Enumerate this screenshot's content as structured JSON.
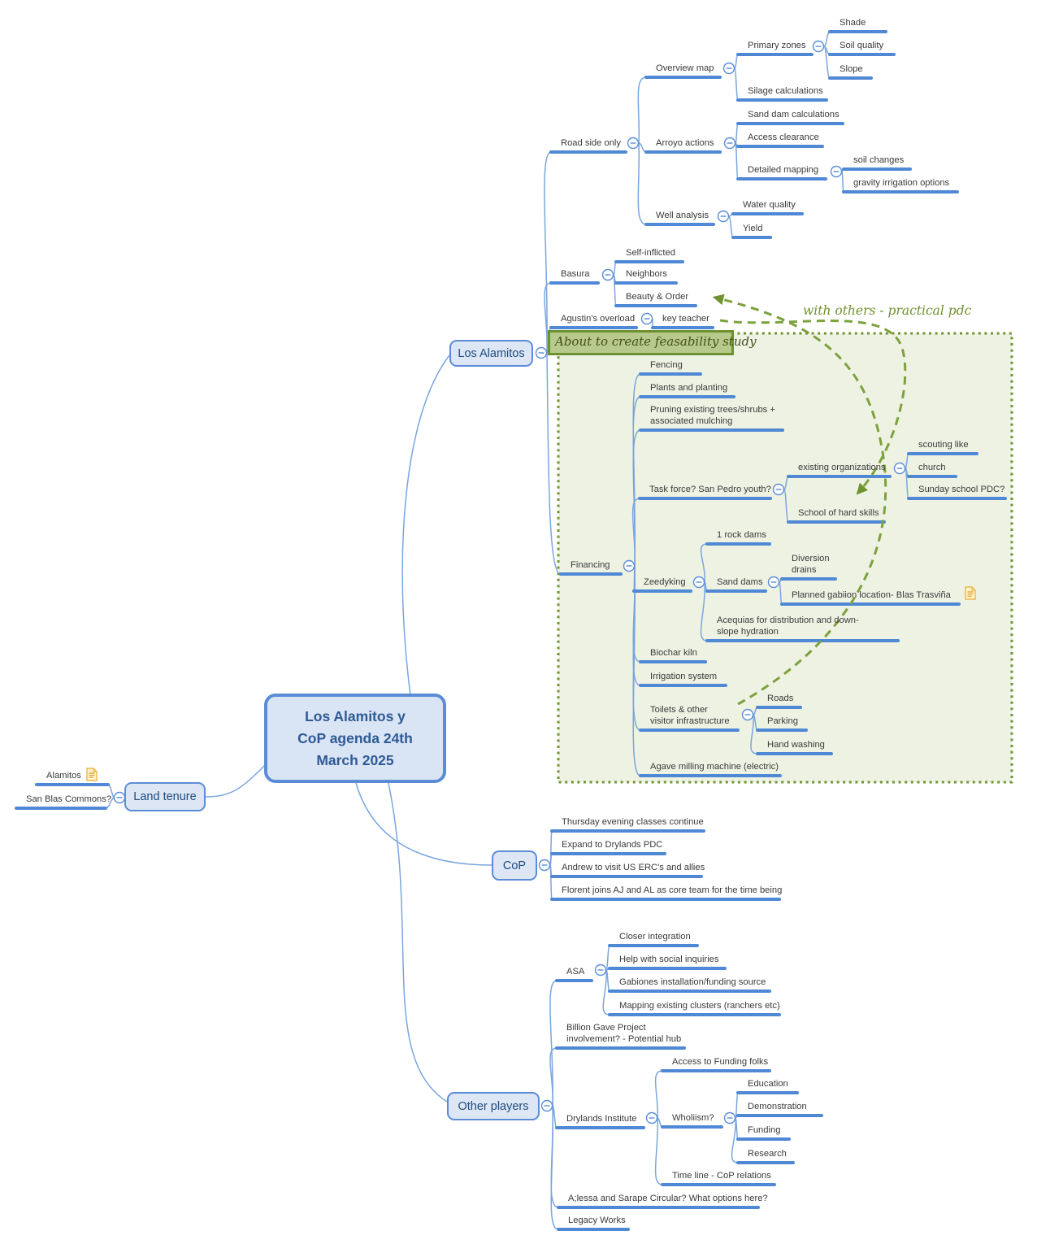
{
  "title_block": {
    "text": "Los Alamitos y\nCoP agenda 24th\nMarch 2025"
  },
  "annotations": {
    "feasability_note": "About to create feasability study",
    "with_others_note": "with others - practical pdc"
  },
  "nodes": {
    "land_tenure": "Land tenure",
    "alamitos": "Alamitos",
    "san_blas": "San Blas Commons?",
    "los_alamitos": "Los Alamitos",
    "road_side_only": "Road side only",
    "overview_map": "Overview map",
    "primary_zones": "Primary zones",
    "shade": "Shade",
    "soil_quality": "Soil quality",
    "slope": "Slope",
    "silage_calculations": "Silage calculations",
    "arroyo_actions": "Arroyo actions",
    "sand_dam_calculations": "Sand dam calculations",
    "access_clearance": "Access clearance",
    "detailed_mapping": "Detailed mapping",
    "soil_changes": "soil changes",
    "gravity_irrigation_options": "gravity irrigation options",
    "well_analysis": "Well analysis",
    "water_quality": "Water quality",
    "yield": "Yield",
    "basura": "Basura",
    "self_inflicted": "Self-inflicted",
    "neighbors": "Neighbors",
    "beauty_order": "Beauty & Order",
    "agustins_overload": "Agustin's overload",
    "key_teacher": "key teacher",
    "financing": "Financing",
    "fencing": "Fencing",
    "plants_and_planting": "Plants and planting",
    "pruning": "Pruning existing trees/shrubs +\nassociated mulching",
    "task_force": "Task force? San Pedro youth?",
    "existing_organizations": "existing organizations",
    "scouting_like": "scouting like",
    "church": "church",
    "sunday_school_pdc": "Sunday school PDC?",
    "school_of_hard_skills": "School of hard skills",
    "zeedyking": "Zeedyking",
    "one_rock_dams": "1 rock dams",
    "sand_dams": "Sand dams",
    "diversion_drains": "Diversion\ndrains",
    "planned_gabion": "Planned gabiion  location- Blas Trasviña",
    "acequias": "Acequias for distribution and down-\nslope hydration",
    "biochar_kiln": "Biochar kiln",
    "irrigation_system": "Irrigation system",
    "toilets": "Toilets & other\nvisitor infrastructure",
    "roads": "Roads",
    "parking": "Parking",
    "hand_washing": "Hand washing",
    "agave": "Agave milling machine (electric)",
    "cop": "CoP",
    "thursday_classes": "Thursday evening classes continue",
    "expand_drylands": "Expand to Drylands PDC",
    "andrew_visit": "Andrew to visit US ERC's and allies",
    "florent_joins": "Florent joins AJ and AL as core team for the time being",
    "other_players": "Other players",
    "asa": "ASA",
    "closer_integration": "Closer integration",
    "help_social": "Help with social inquiries",
    "gabiones": "Gabiones installation/funding source",
    "mapping_clusters": "Mapping existing clusters (ranchers etc)",
    "billion_gave": "Billion Gave Project\ninvolvement? - Potential hub",
    "drylands_institute": "Drylands Institute",
    "access_funding": "Access to Funding folks",
    "wholiism": "Wholiism?",
    "education": "Education",
    "demonstration": "Demonstration",
    "funding": "Funding",
    "research": "Research",
    "timeline_cop": "Time line - CoP relations",
    "alessa": "A;lessa and Sarape Circular? What options here?",
    "legacy_works": "Legacy Works"
  },
  "colors": {
    "branch_blue": "#4f88d4",
    "connector_blue": "#7aa6de",
    "node_fill": "#dce6f5",
    "node_border": "#5b8dd6",
    "green_accent": "#70942f",
    "green_box_fill": "#eef2e3",
    "note_fill": "#b7ca8c"
  }
}
